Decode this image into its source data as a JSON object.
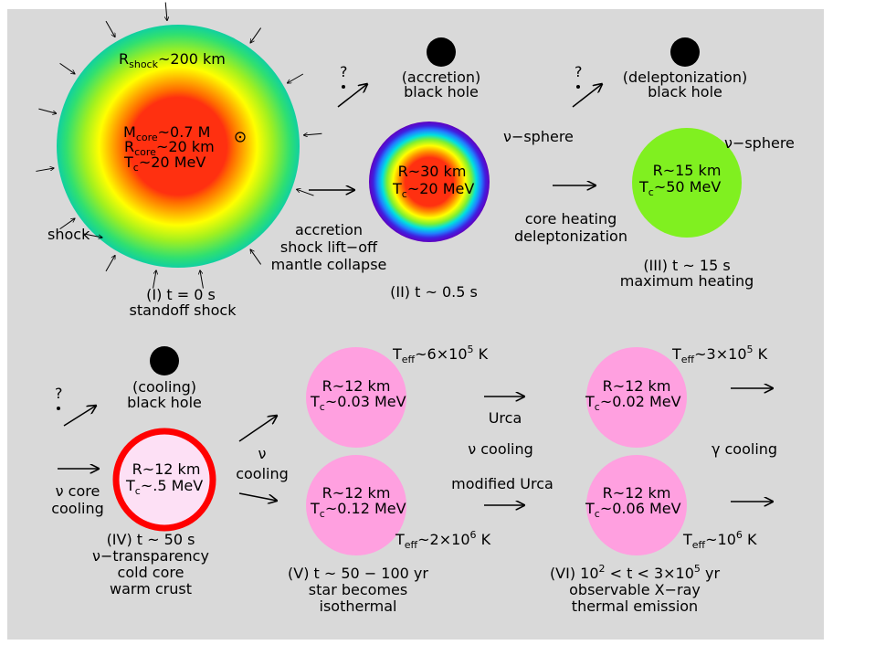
{
  "stage1": {
    "rshock_main": "R",
    "rshock_sub": "shock",
    "rshock_val": "~200 km",
    "mcore_main": "M",
    "mcore_sub": "core",
    "mcore_val": "~0.7 M",
    "rcore_main": "R",
    "rcore_sub": "core",
    "rcore_val": "~20 km",
    "tc_main": "T",
    "tc_sub": "c",
    "tc_val": "~20 MeV",
    "shock": "shock",
    "caption1": "(I) t = 0 s",
    "caption2": "standoff shock"
  },
  "transition12": [
    "accretion",
    "shock lift−off",
    "mantle collapse"
  ],
  "stage2": {
    "bh_line1": "(accretion)",
    "bh_line2": "black hole",
    "sphere": "ν−sphere",
    "r": "R~30 km",
    "tc_main": "T",
    "tc_sub": "c",
    "tc_val": "~20 MeV",
    "caption": "(II) t ~ 0.5 s"
  },
  "transition23": [
    "core heating",
    "deleptonization"
  ],
  "stage3": {
    "bh_line1": "(deleptonization)",
    "bh_line2": "black hole",
    "sphere": "ν−sphere",
    "r": "R~15 km",
    "tc_main": "T",
    "tc_sub": "c",
    "tc_val": "~50 MeV",
    "caption1": "(III) t ~ 15 s",
    "caption2": "maximum heating"
  },
  "question_mark": "?",
  "stage4": {
    "bh_line1": "(cooling)",
    "bh_line2": "black hole",
    "left_label": [
      "ν core",
      "cooling"
    ],
    "r": "R~12 km",
    "tc_main": "T",
    "tc_sub": "c",
    "tc_val": "~.5 MeV",
    "captions": [
      "(IV) t ~ 50 s",
      "ν−transparency",
      "cold core",
      "warm crust"
    ]
  },
  "transition45": [
    "ν",
    "cooling"
  ],
  "stage5": {
    "top": {
      "r": "R~12 km",
      "tc_main": "T",
      "tc_sub": "c",
      "tc_val": "~0.03 MeV",
      "teff_main": "T",
      "teff_sub": "eff",
      "teff_val": "~6×10",
      "teff_exp": "5",
      "teff_unit": " K"
    },
    "bottom": {
      "r": "R~12 km",
      "tc_main": "T",
      "tc_sub": "c",
      "tc_val": "~0.12 MeV",
      "teff_main": "T",
      "teff_sub": "eff",
      "teff_val": "~2×10",
      "teff_exp": "6",
      "teff_unit": " K"
    },
    "captions": [
      "(V) t ~ 50 − 100 yr",
      "star becomes",
      "isothermal"
    ]
  },
  "transition56": {
    "urca": "Urca",
    "nu_cooling": "ν cooling",
    "modified": "modified Urca"
  },
  "stage6": {
    "top": {
      "r": "R~12 km",
      "tc_main": "T",
      "tc_sub": "c",
      "tc_val": "~0.02 MeV",
      "teff_main": "T",
      "teff_sub": "eff",
      "teff_val": "~3×10",
      "teff_exp": "5",
      "teff_unit": " K"
    },
    "bottom": {
      "r": "R~12 km",
      "tc_main": "T",
      "tc_sub": "c",
      "tc_val": "~0.06 MeV",
      "teff_main": "T",
      "teff_sub": "eff",
      "teff_val": "~10",
      "teff_exp": "6",
      "teff_unit": " K"
    },
    "gamma": "γ cooling",
    "cap1_a": "(VI) 10",
    "cap1_exp": "2",
    "cap1_b": " < t < 3×10",
    "cap1_exp2": "5",
    "cap1_c": " yr",
    "captions": [
      "observable X−ray",
      "thermal emission"
    ]
  },
  "colors": {
    "background": "#d9d9d9",
    "pink": "#ffa0e0",
    "lightpink": "#fde0f5",
    "red": "#ff0000",
    "green": "#80f020"
  }
}
